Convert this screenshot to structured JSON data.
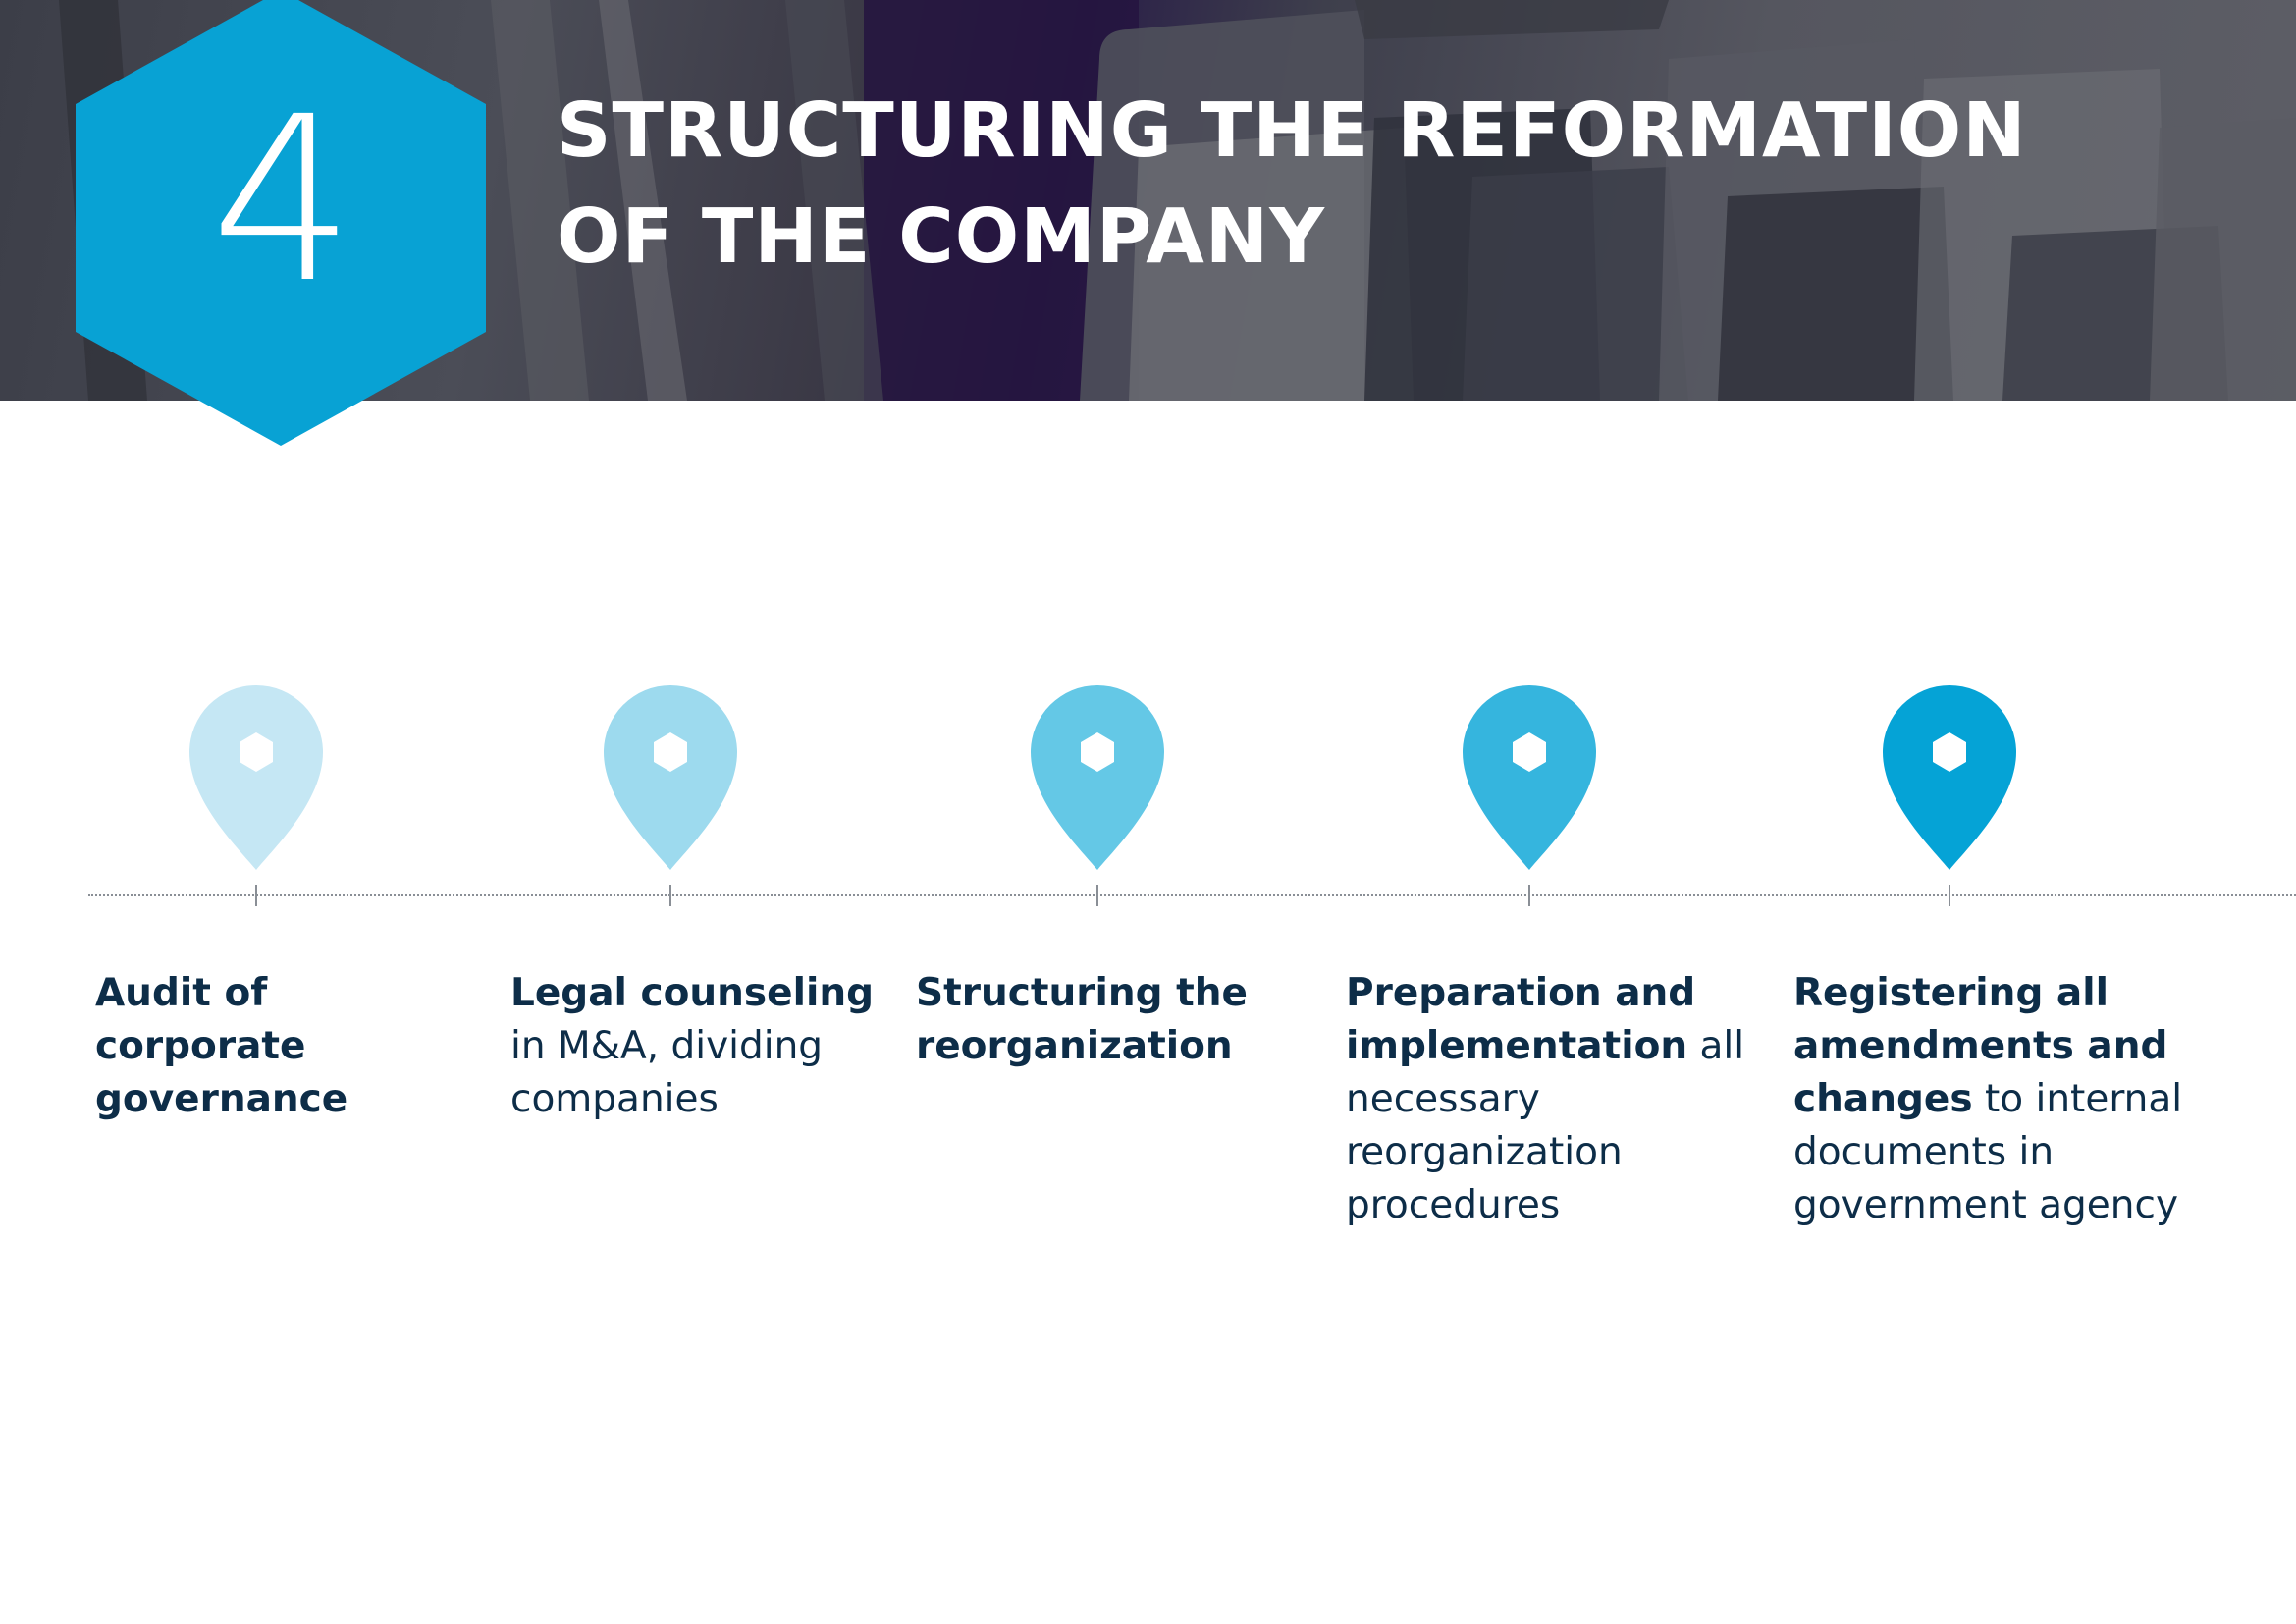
{
  "header": {
    "number": "4",
    "title_line1": "STRUCTURING THE REFORMATION",
    "title_line2": "OF THE COMPANY",
    "hexagon_color": "#08a2d4"
  },
  "timeline": {
    "pin_icon": "map-pin-icon",
    "center_icon": "hexagon-icon",
    "steps": [
      {
        "bold": "Audit of corporate governance",
        "rest": "",
        "color": "#c5e7f4"
      },
      {
        "bold": "Legal counseling",
        "rest": " in M&A, dividing companies",
        "color": "#9ddaee"
      },
      {
        "bold": "Structuring the reorganization",
        "rest": "",
        "color": "#64c8e6"
      },
      {
        "bold": "Preparation and implementation",
        "rest": " all necessary reorganization procedures",
        "color": "#35b5de"
      },
      {
        "bold": "Registering all amendments and changes",
        "rest": " to internal documents in government agency",
        "color": "#05a3d6"
      }
    ]
  },
  "colors": {
    "text_dark": "#0d2d48",
    "timeline_line": "#8a8f96"
  }
}
